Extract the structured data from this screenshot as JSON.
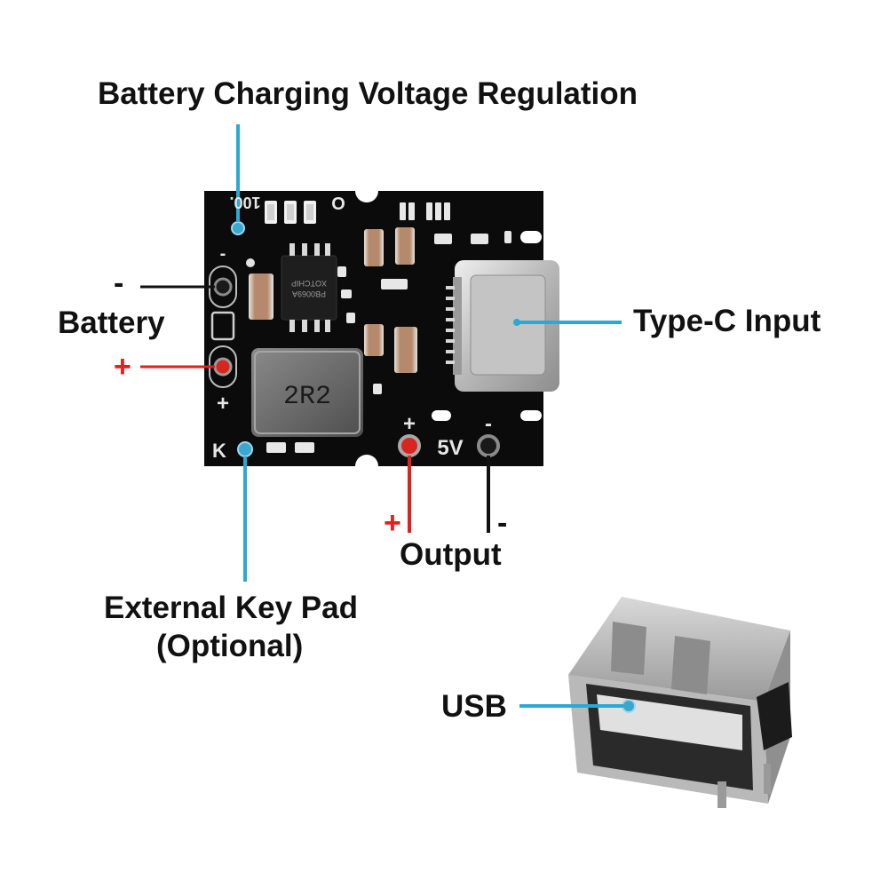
{
  "labels": {
    "battery_charging_voltage_regulation": "Battery Charging Voltage Regulation",
    "battery": "Battery",
    "battery_minus": "-",
    "battery_plus": "+",
    "type_c_input": "Type-C Input",
    "output": "Output",
    "output_plus": "+",
    "output_minus": "-",
    "external_key_pad_line1": "External Key Pad",
    "external_key_pad_line2": "(Optional)",
    "usb": "USB"
  },
  "board_marks": {
    "inductor_code": "2R2",
    "pcb_top_left": "100.",
    "pcb_top_o": "O",
    "pcb_v5": "5V",
    "pcb_plus": "+",
    "pcb_minus": "-",
    "pcb_bat_minus": "-",
    "pcb_bat_plus": "+",
    "pcb_k": "K",
    "chip_line1": "XOTCHIP",
    "chip_line2": "PB0069A"
  },
  "colors": {
    "leader_blue": "#29a9d6",
    "leader_black": "#111111",
    "plus_red": "#e0201c",
    "pad_red": "#d9241f",
    "board": "#0b0b0c",
    "text": "#111111"
  }
}
